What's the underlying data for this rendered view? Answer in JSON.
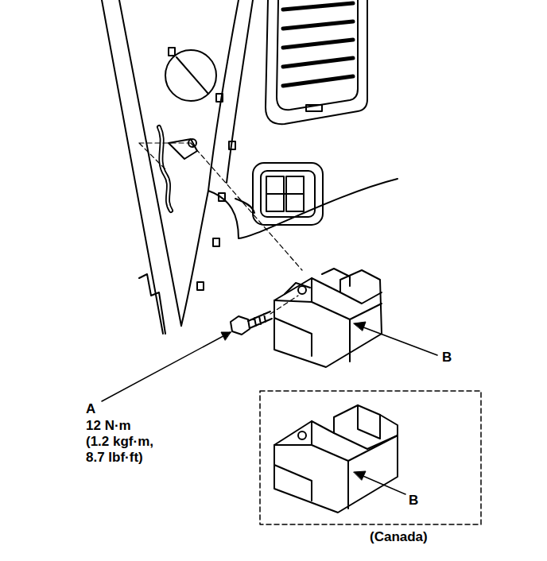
{
  "diagram": {
    "labels": [
      "A",
      "12 N·m (1.2 kgf·m, 8.7 lbf·ft)",
      "B",
      "B",
      "(Canada)"
    ]
  }
}
